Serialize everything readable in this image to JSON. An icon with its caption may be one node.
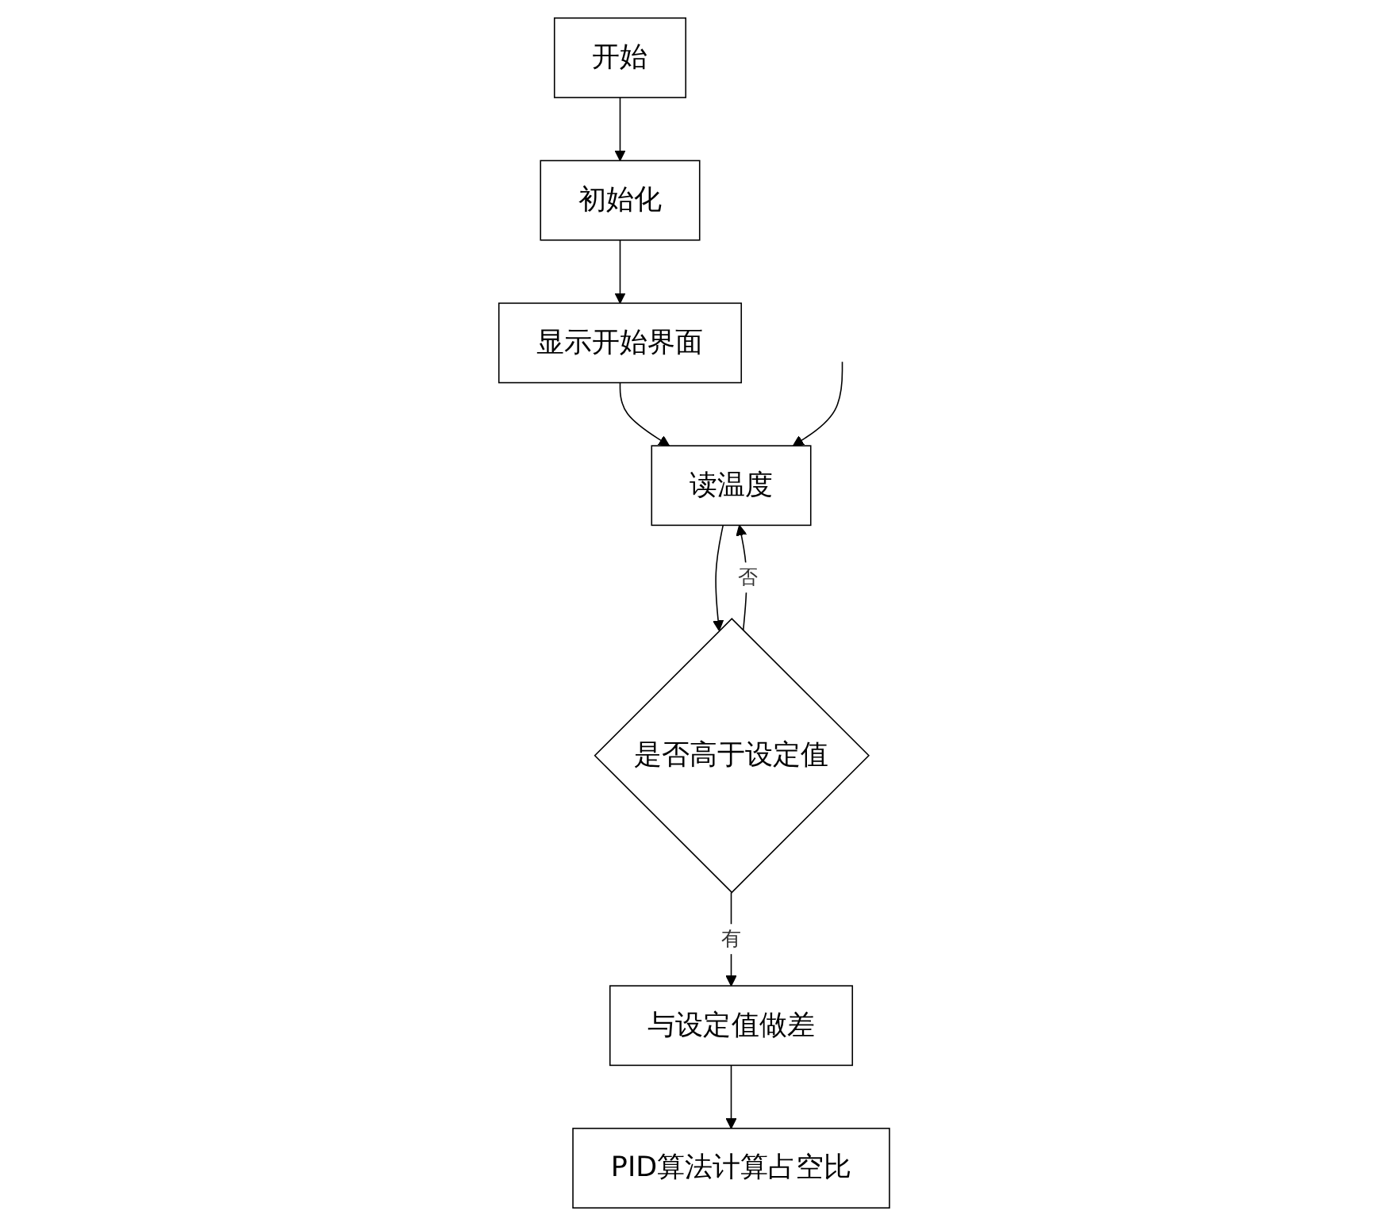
{
  "diagram": {
    "nodes": [
      {
        "text": [
          "开始"
        ]
      },
      {
        "text": [
          "初始化"
        ]
      },
      {
        "text": [
          "显示开始界面"
        ]
      },
      {
        "text": [
          "读温度"
        ]
      },
      {
        "text": [
          "是否高于设定值"
        ]
      },
      {
        "text": [
          "与设定值做差"
        ]
      },
      {
        "text": [
          "PID算法计算占空比"
        ]
      }
    ],
    "edges": [
      {
        "from": 0,
        "to": 1,
        "arrow": "to"
      },
      {
        "from": 1,
        "to": 2,
        "arrow": "to"
      },
      {
        "from": 2,
        "to": 3,
        "arrow": "to"
      },
      {
        "from": 3,
        "to": 4,
        "arrow": "to"
      },
      {
        "from": 4,
        "to": 5,
        "label": "有",
        "arrow": "to"
      },
      {
        "from": 4,
        "to": 3,
        "label": "否",
        "arrow": "to"
      },
      {
        "from": 5,
        "to": 6,
        "arrow": "to"
      },
      {
        "from": null,
        "to": 3,
        "arrow": "to"
      }
    ]
  }
}
